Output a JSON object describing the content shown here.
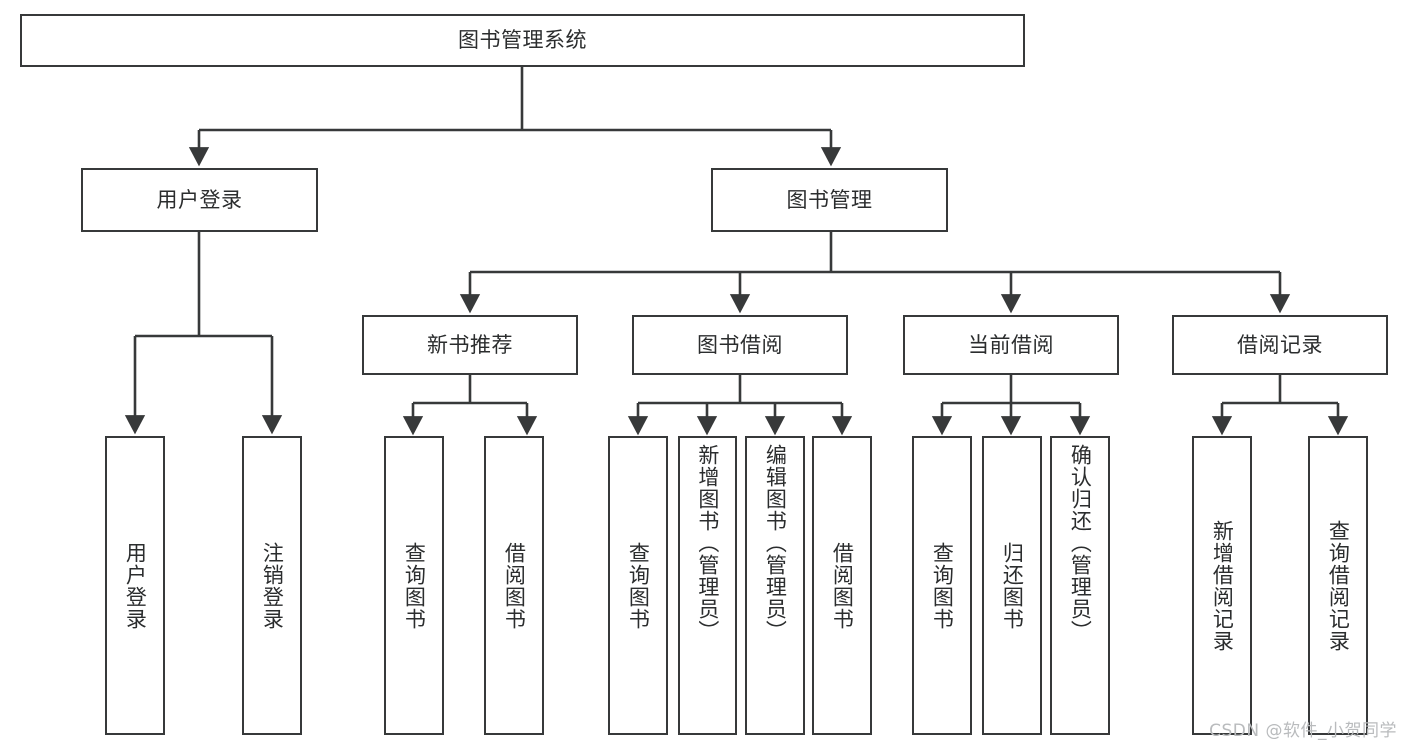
{
  "diagram": {
    "title": "图书管理系统",
    "type": "tree-hierarchy",
    "colors": {
      "node_border": "#37393a",
      "node_fill": "#ffffff",
      "edge": "#37393a",
      "text": "#2b2d2e",
      "watermark": "#b9bbbd",
      "background": "#ffffff"
    },
    "levels": {
      "root": {
        "label": "图书管理系统"
      },
      "level2": [
        {
          "id": "user-login",
          "label": "用户登录"
        },
        {
          "id": "book-management",
          "label": "图书管理"
        }
      ],
      "level3": [
        {
          "id": "new-book-recommend",
          "label": "新书推荐",
          "parent": "book-management"
        },
        {
          "id": "book-borrow",
          "label": "图书借阅",
          "parent": "book-management"
        },
        {
          "id": "current-borrow",
          "label": "当前借阅",
          "parent": "book-management"
        },
        {
          "id": "borrow-record",
          "label": "借阅记录",
          "parent": "book-management"
        }
      ],
      "leaves": {
        "user-login": [
          {
            "id": "leaf-user-login",
            "label": "用户登录"
          },
          {
            "id": "leaf-logout",
            "label": "注销登录"
          }
        ],
        "new-book-recommend": [
          {
            "id": "leaf-query-book-1",
            "label": "查询图书"
          },
          {
            "id": "leaf-borrow-book-1",
            "label": "借阅图书"
          }
        ],
        "book-borrow": [
          {
            "id": "leaf-query-book-2",
            "label": "查询图书"
          },
          {
            "id": "leaf-add-book",
            "label": "新增图书（管理员）"
          },
          {
            "id": "leaf-edit-book",
            "label": "编辑图书（管理员）"
          },
          {
            "id": "leaf-borrow-book-2",
            "label": "借阅图书"
          }
        ],
        "current-borrow": [
          {
            "id": "leaf-query-book-3",
            "label": "查询图书"
          },
          {
            "id": "leaf-return-book",
            "label": "归还图书"
          },
          {
            "id": "leaf-confirm-return",
            "label": "确认归还（管理员）"
          }
        ],
        "borrow-record": [
          {
            "id": "leaf-add-record",
            "label": "新增借阅记录"
          },
          {
            "id": "leaf-query-record",
            "label": "查询借阅记录"
          }
        ]
      }
    }
  },
  "watermark": {
    "text": "CSDN @软件_小贺同学"
  }
}
